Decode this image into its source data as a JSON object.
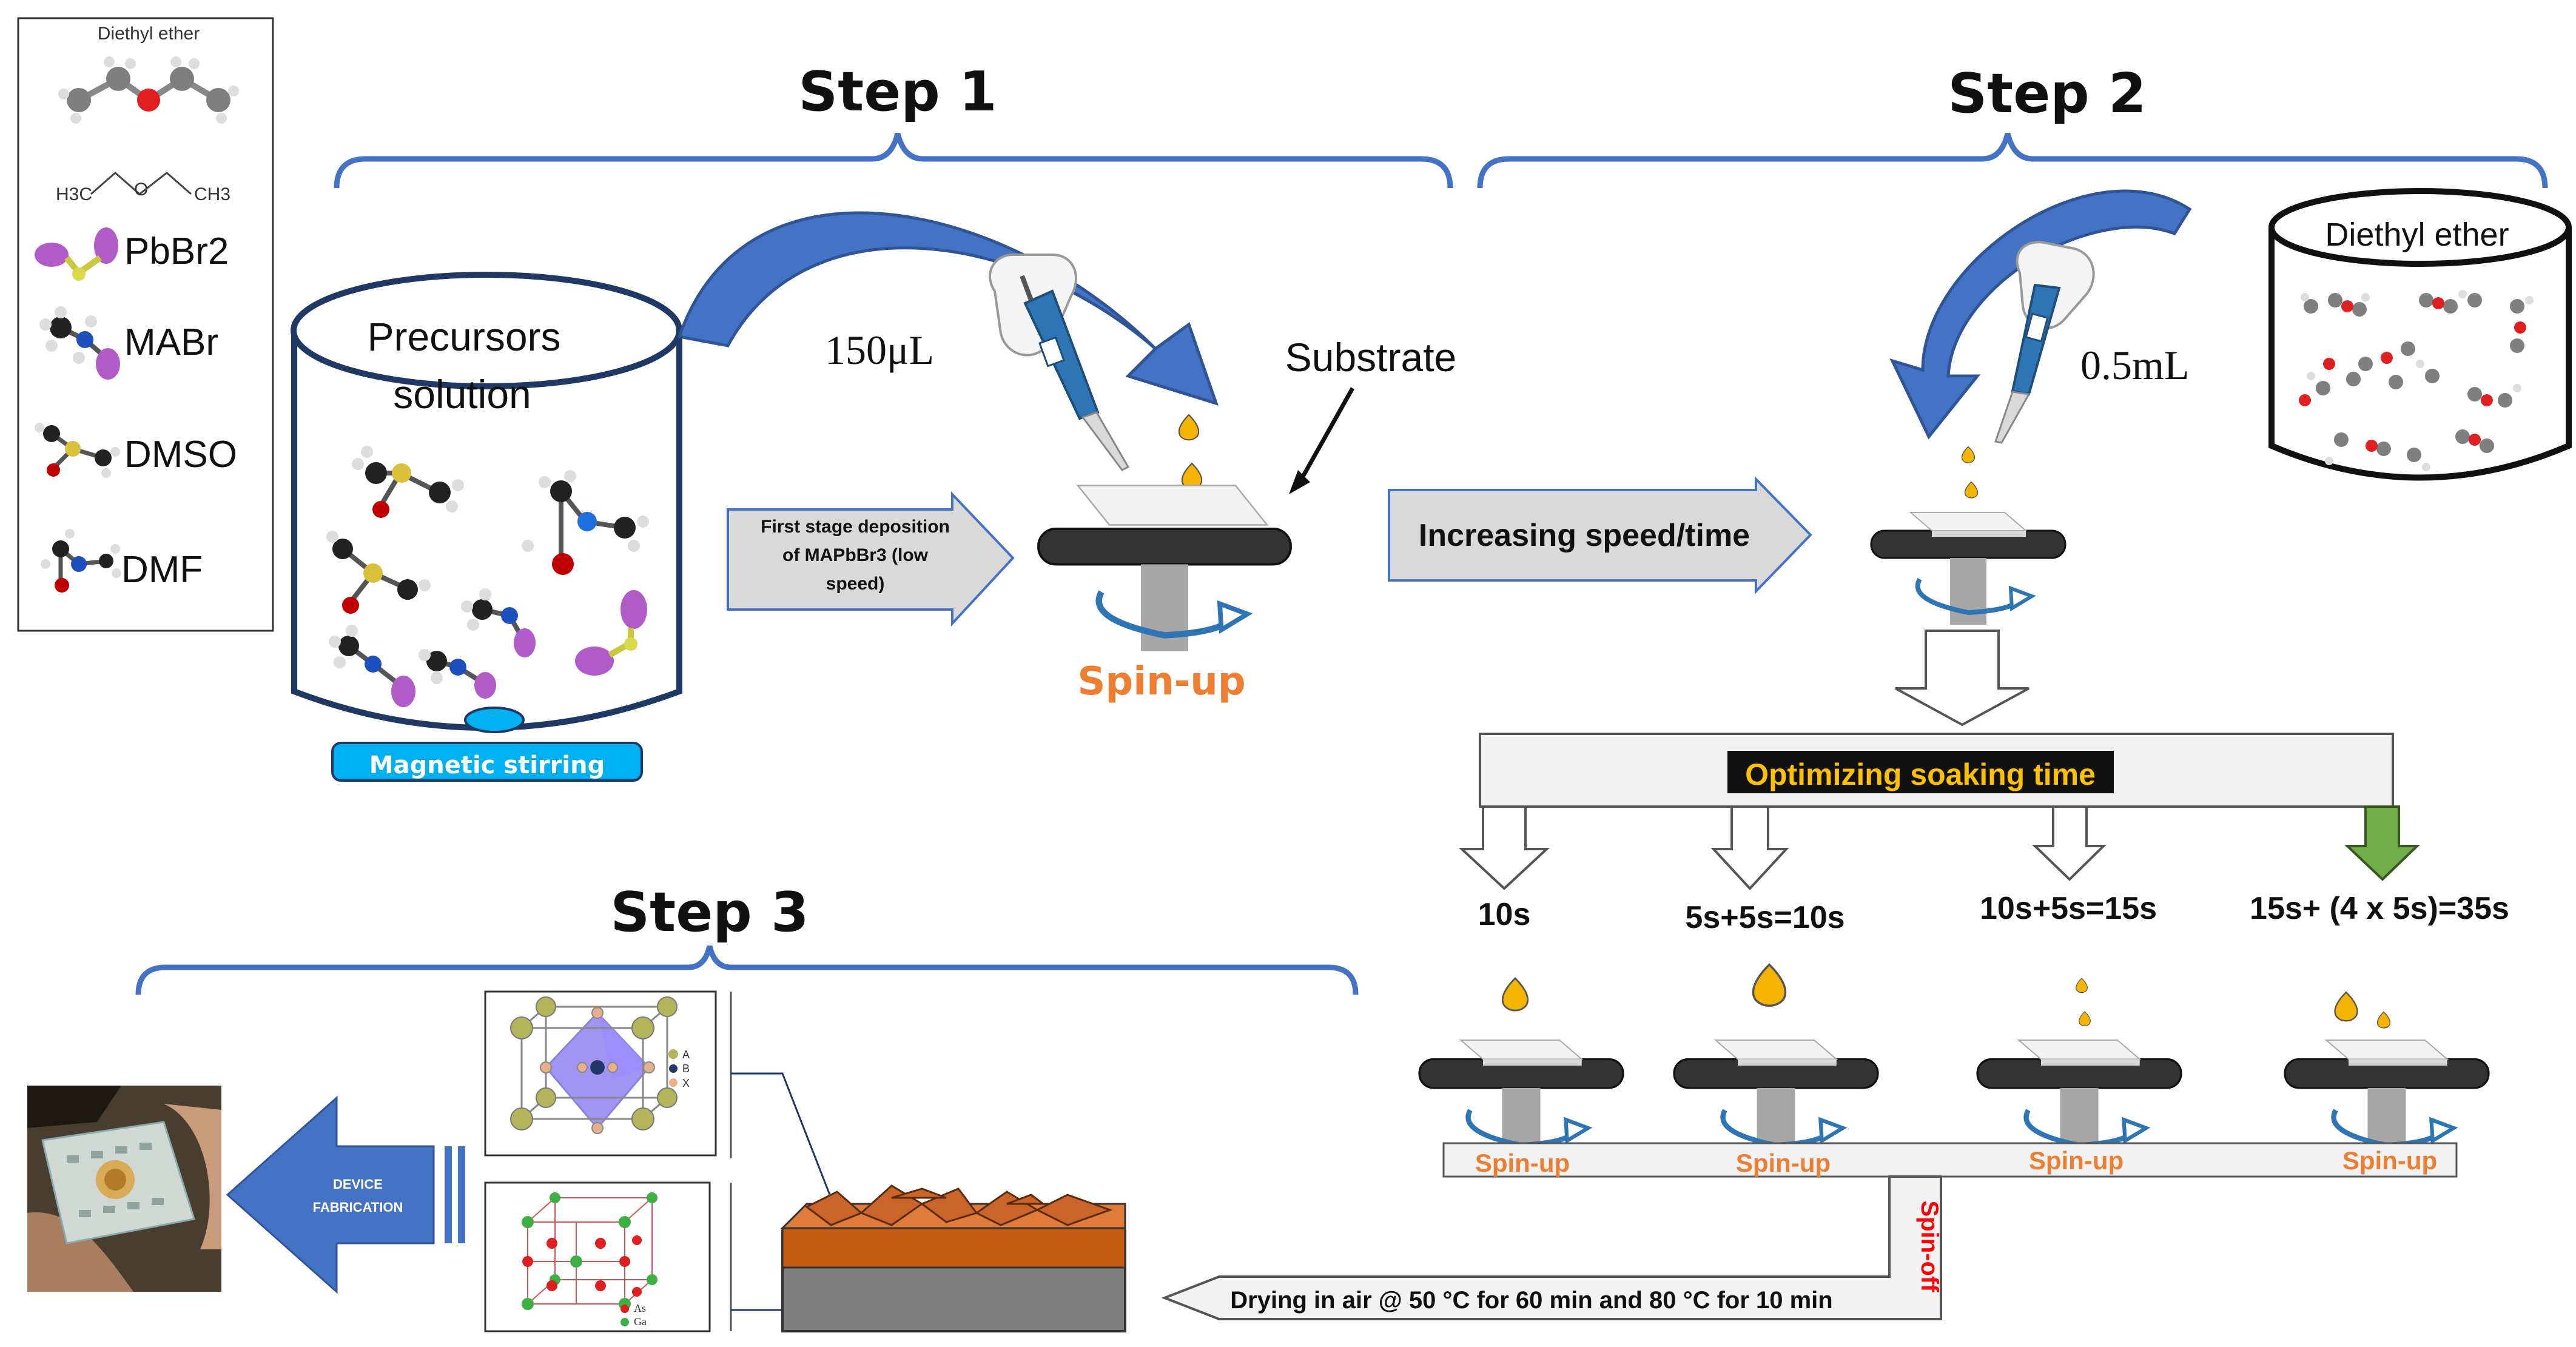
{
  "legend": {
    "diethyl_title": "Diethyl ether",
    "formula_left": "H3C",
    "formula_mid": "O",
    "formula_right": "CH3",
    "items": [
      "PbBr2",
      "MABr",
      "DMSO",
      "DMF"
    ]
  },
  "steps": {
    "step1": "Step 1",
    "step2": "Step 2",
    "step3": "Step 3"
  },
  "step1": {
    "beaker_label_1": "Precursors",
    "beaker_label_2": "solution",
    "stirrer": "Magnetic stirring",
    "volume": "150μL",
    "substrate": "Substrate",
    "arrow_line1": "First stage deposition",
    "arrow_line2": "of MAPbBr3 (low",
    "arrow_line3": "speed)",
    "spin": "Spin-up"
  },
  "step2": {
    "increase_arrow": "Increasing speed/time",
    "volume": "0.5mL",
    "beaker_label": "Diethyl ether",
    "banner": "Optimizing soaking time",
    "times": [
      "10s",
      "5s+5s=10s",
      "10s+5s=15s",
      "15s+ (4 x 5s)=35s"
    ],
    "spin_labels": [
      "Spin-up",
      "Spin-up",
      "Spin-up",
      "Spin-up"
    ],
    "spin_off": "Spin-off"
  },
  "step3": {
    "drying": "Drying in air @ 50 °C for 60 min and 80 °C for 10 min",
    "device_line1": "DEVICE",
    "device_line2": "FABRICATION",
    "crystal_a": "A",
    "crystal_b": "B",
    "crystal_x": "X",
    "lattice_as": "As",
    "lattice_ga": "Ga"
  },
  "colors": {
    "bracket": "#4472c4",
    "curve_arrow": "#2f5597",
    "spin_orange": "#ed7d31",
    "banner_yellow": "#ffc000",
    "spin_off_red": "#ff0000",
    "green_arrow": "#70ad47",
    "stirrer_blue": "#00b0f0"
  }
}
